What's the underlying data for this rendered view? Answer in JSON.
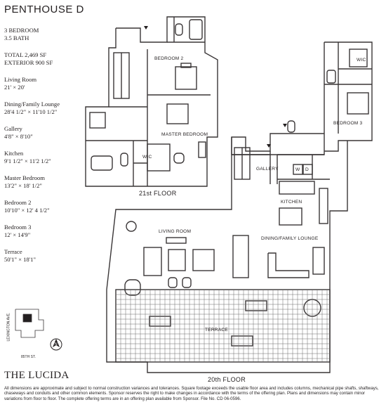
{
  "title": "PENTHOUSE D",
  "specs": [
    [
      "3 BEDROOM",
      "3.5 BATH"
    ],
    [
      "TOTAL 2,469 SF",
      "EXTERIOR 900 SF"
    ],
    [
      "Living Room",
      "21' × 20'"
    ],
    [
      "Dining/Family Lounge",
      "28'4 1/2\" × 11'10 1/2\""
    ],
    [
      "Gallery",
      "4'8\" × 8'10\""
    ],
    [
      "Kitchen",
      "9'1 1/2\" × 11'2 1/2\""
    ],
    [
      "Master Bedroom",
      "13'2\" × 18' 1/2\""
    ],
    [
      "Bedroom 2",
      "10'10\" × 12' 4 1/2\""
    ],
    [
      "Bedroom 3",
      "12' × 14'9\""
    ],
    [
      "Terrace",
      "50'1\" × 18'1\""
    ]
  ],
  "rooms": {
    "bedroom2": "BEDROOM 2",
    "master_bedroom": "MASTER BEDROOM",
    "wic_master": "WIC",
    "wic_bed3": "WIC",
    "bedroom3": "BEDROOM 3",
    "gallery": "GALLERY",
    "washer": "W",
    "dryer": "D",
    "kitchen": "KITCHEN",
    "living_room": "LIVING ROOM",
    "dining": "DINING/FAMILY LOUNGE",
    "terrace": "TERRACE"
  },
  "floors": {
    "upper": "21st FLOOR",
    "lower": "20th FLOOR"
  },
  "keyplan": {
    "street_vertical": "LEXINGTON AVE.",
    "street_horizontal": "85TH ST.",
    "north": "N"
  },
  "brand": "THE LUCIDA",
  "disclaimer": "All dimensions are approximate and subject to normal construction variances and tolerances.  Square footage exceeds the usable floor area and includes columns, mechanical pipe shafts, shaftways, chaseways and conduits and other common elements.  Sponsor reserves the right to make changes in accordance with the terms of the offering plan. Plans and dimensions may contain minor variations from floor to floor. The complete offering terms are in an offering plan available from Sponsor.  File No. CD 06-0596.",
  "colors": {
    "ink": "#231f20",
    "wall": "#3a3637",
    "terrace_tile": "#6d6a6b"
  }
}
